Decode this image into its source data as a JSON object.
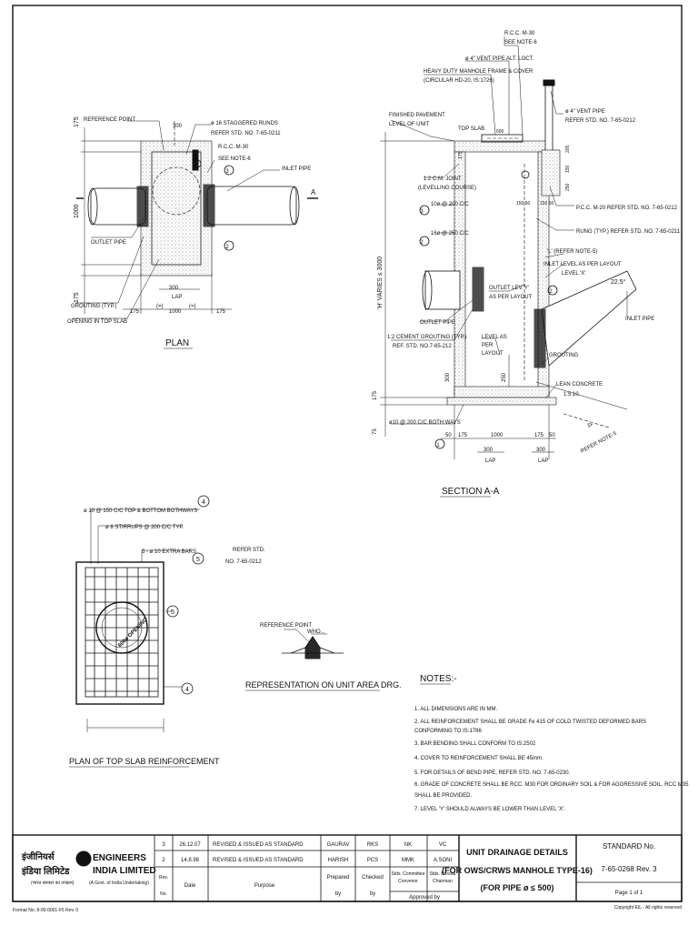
{
  "plan": {
    "title": "PLAN",
    "reference_point": "REFERENCE POINT",
    "staggered_runds": "ø 16 STAGGERED RUNDS",
    "refer_std_0211": "REFER STD. NO. 7-65-0211",
    "rcc": "R.C.C. M-30",
    "see_note6": "SEE NOTE-6",
    "inlet_pipe": "INLET PIPE",
    "outlet_pipe": "OUTLET PIPE",
    "grouting": "GROUTING (TYP.)",
    "opening": "OPENING IN TOP SLAB",
    "dim_175_a": "175",
    "dim_1000": "1000",
    "dim_175_b": "175",
    "dim_300": "300",
    "lap": "LAP",
    "dim_bottom_1000": "1000",
    "dim_eq1": "(=)",
    "dim_eq2": "(=)",
    "dim_bottom_175a": "175",
    "dim_bottom_175b": "175",
    "dim_top_300": "300",
    "section_a": "A",
    "marker_1": "1",
    "marker_2": "2",
    "marker_3": "3"
  },
  "section": {
    "title": "SECTION A-A",
    "rcc": "R.C.C. M-30",
    "see_note6": "SEE NOTE-6",
    "vent_alt": "ø 4\" VENT PIPE ALT. LOCT.",
    "manhole_frame": "HEAVY DUTY MANHOLE FRAME & COVER",
    "circular": "(CIRCULAR HD-20, IS:1726)",
    "vent_pipe": "ø 4\" VENT PIPE",
    "refer_0212_a": "REFER STD. NO. 7-65-0212",
    "finished_pavement": "FINISHED PAVEMENT",
    "level_unit": "LEVEL OF UNIT",
    "top_slab": "TOP SLAB",
    "dim_600": "600",
    "cm_joint": "1:2 C.M. JOINT",
    "levelling": "(LEVELLING COURSE)",
    "bar_10_200": "10ø @ 200 C/C",
    "bar_16_250": "16ø @ 250 C/C",
    "pcc": "P.C.C. M-20 REFER STD. NO. 7-65-0212",
    "rung": "RUNG (TYP.) REFER STD. NO. 7-65-0211",
    "l_refer": "'L' (REFER NOTE-5)",
    "inlet_level": "INLET LEVEL AS PER LAYOUT",
    "level_x": "LEVEL 'X'",
    "outlet_lev": "OUTLET LEV.'Y'",
    "as_per_layout": "AS PER LAYOUT",
    "outlet_pipe": "OUTLET PIPE",
    "inlet_pipe": "INLET PIPE",
    "cement_grouting": "1:2 CEMENT GROUTING (TYP.)",
    "ref_0212": "REF. STD. NO.7-65-212",
    "level_as": "LEVEL AS",
    "per": "PER",
    "layout": "LAYOUT",
    "grouting": "GROUTING",
    "lean_concrete": "LEAN CONCRETE",
    "lean_ratio": "1:5:10",
    "bar_both": "ø10 @ 200 C/C BOTH WAYS",
    "h_varies": "'H' VARIES ≤ 3000",
    "angle": "22.5°",
    "p_label": "'P'",
    "refer_note5": "REFER NOTE-5",
    "dim_50a": "50",
    "dim_175": "175",
    "dim_1000": "1000",
    "dim_175b": "175",
    "dim_50b": "50",
    "dim_300a": "300",
    "dim_300b": "300",
    "lap_a": "LAP",
    "lap_b": "LAP",
    "dim_75": "75",
    "dim_175v": "175",
    "dim_300v": "300",
    "dim_250": "250",
    "dim_150_50a": "150 50",
    "dim_150_50b": "150 50",
    "dim_205": "205",
    "dim_150": "150",
    "dim_250v": "250",
    "marker_1": "1",
    "marker_2": "2",
    "marker_3": "3"
  },
  "slab": {
    "title": "PLAN OF TOP SLAB REINFORCEMENT",
    "bar_4": "ø 10 @ 150 C/C TOP & BOTTOM BOTHWAYS",
    "bar_stirrups": "ø 8 STIRRUPS @ 200 C/C TYP.",
    "bar_extra": "5 - ø 10 EXTRA BARS",
    "refer_std": "REFER STD.",
    "refer_no": "NO. 7-65-0212",
    "opening": "600ø OPENING",
    "marker_4": "4",
    "marker_5": "5"
  },
  "representation": {
    "reference_point": "REFERENCE POINT",
    "who": "WHO...",
    "caption": "REPRESENTATION ON UNIT AREA DRG."
  },
  "notes": {
    "heading": "NOTES:-",
    "items": [
      "1.  ALL DIMENSIONS ARE IN MM.",
      "2.  ALL REINFORCEMENT SHALL BE GRADE Fe 415 OF COLD TWISTED DEFORMED BARS",
      "     CONFORMING TO IS:1786",
      "3.  BAR BENDING SHALL CONFORM TO IS:2502",
      "4.  COVER TO REINFORCEMENT SHALL BE 45mm.",
      "5.  FOR DETAILS OF BEND PIPE, REFER STD. NO. 7-65-0230.",
      "6.  GRADE OF CONCRETE SHALL BE RCC. M30 FOR ORDINARY SOIL &  FOR AGGRESSIVE SOIL, RCC M35",
      "     SHALL BE PROVIDED.",
      "7.  LEVEL 'Y' SHOULD ALWAYS BE LOWER THAN LEVEL 'X'."
    ]
  },
  "title_block": {
    "company_en_1": "ENGINEERS",
    "company_en_2": "INDIA LIMITED",
    "company_hi_1": "इंजीनियर्स",
    "company_hi_2": "इंडिया लिमिटेड",
    "company_sub_hi": "(भारत सरकार का उपक्रम)",
    "company_sub_en": "(A Govt. of India Undertaking)",
    "rev_rows": [
      {
        "rev": "3",
        "date": "26.12.07",
        "purpose": "REVISED & ISSUED AS STANDARD",
        "prepared": "GAURAV",
        "checked": "RKS",
        "convenor": "NK",
        "chairman": "VC"
      },
      {
        "rev": "2",
        "date": "14.8.98",
        "purpose": "REVISED & ISSUED AS STANDARD",
        "prepared": "HARISH",
        "checked": "PCS",
        "convenor": "MMK",
        "chairman": "A.SONI"
      }
    ],
    "hdr_rev": "Rev.",
    "hdr_no": "No.",
    "hdr_date": "Date",
    "hdr_purpose": "Purpose",
    "hdr_prepared": "Prepared",
    "hdr_by1": "by",
    "hdr_checked": "Checked",
    "hdr_by2": "by",
    "hdr_convenor_1": "Stds. Committee",
    "hdr_convenor_2": "Convenor",
    "hdr_chairman_1": "Stds. Bureau",
    "hdr_chairman_2": "Chairman",
    "hdr_approved": "Approved by",
    "drawing_title_1": "UNIT DRAINAGE DETAILS",
    "drawing_title_2": "(FOR OWS/CRWS MANHOLE TYPE-16)",
    "drawing_title_3": "(FOR PIPE ø ≤ 500)",
    "standard_no_label": "STANDARD No.",
    "standard_no": "7-65-0268 Rev. 3",
    "page": "Page 1 of 1"
  },
  "footer": {
    "format_no": "Format No. 8-00-0001-F5 Rev. 0",
    "copyright": "Copyright EIL - All rights reserved"
  }
}
